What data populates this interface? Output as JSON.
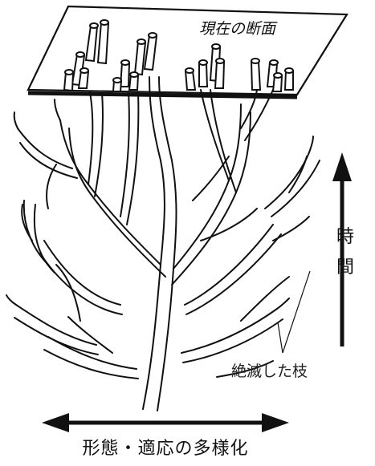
{
  "diagram": {
    "section_plane_label": "現在の断面",
    "time_axis_label_1": "時",
    "time_axis_label_2": "間",
    "extinct_branch_label": "絶滅した枝",
    "diversity_axis_label": "形態・適応の多様化"
  },
  "colors": {
    "ink": "#111111",
    "background": "#ffffff"
  }
}
